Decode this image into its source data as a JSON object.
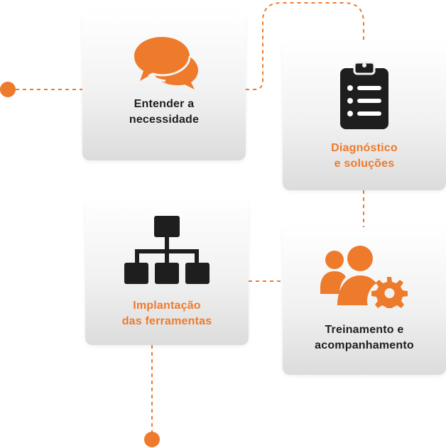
{
  "colors": {
    "accent": "#ee7a2c",
    "dark": "#1e1e1e",
    "card_light": "#ffffff",
    "card_dark": "#dcdcdc"
  },
  "steps": [
    {
      "icon": "chat-bubbles-icon",
      "lines": [
        "Entender a",
        "necessidade"
      ],
      "text_color": "dark"
    },
    {
      "icon": "clipboard-checklist-icon",
      "lines": [
        "Diagnóstico",
        "e soluções"
      ],
      "text_color": "orange"
    },
    {
      "icon": "hierarchy-icon",
      "lines": [
        "Implantação",
        "das ferramentas"
      ],
      "text_color": "orange"
    },
    {
      "icon": "people-gear-icon",
      "lines": [
        "Treinamento e",
        "acompanhamento"
      ],
      "text_color": "dark"
    }
  ]
}
